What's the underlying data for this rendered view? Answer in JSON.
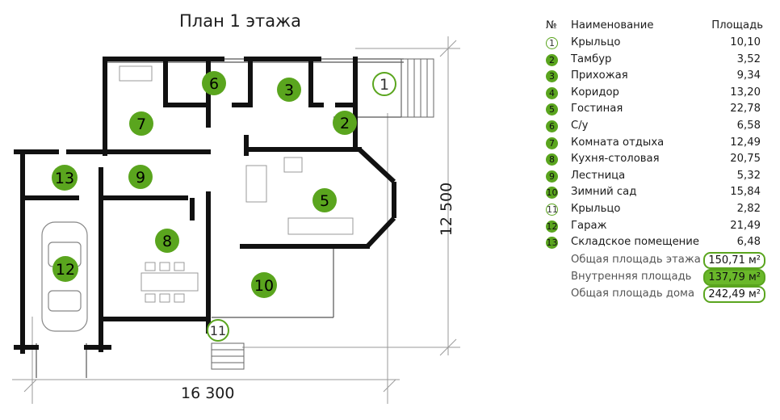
{
  "title": "План 1 этажа",
  "table": {
    "col_num": "№",
    "col_name": "Наименование",
    "col_area": "Площадь",
    "rows": [
      {
        "n": "1",
        "name": "Крыльцо",
        "area": "10,10",
        "style": "outline"
      },
      {
        "n": "2",
        "name": "Тамбур",
        "area": "3,52",
        "style": "filled"
      },
      {
        "n": "3",
        "name": "Прихожая",
        "area": "9,34",
        "style": "filled"
      },
      {
        "n": "4",
        "name": "Коридор",
        "area": "13,20",
        "style": "filled"
      },
      {
        "n": "5",
        "name": "Гостиная",
        "area": "22,78",
        "style": "filled"
      },
      {
        "n": "6",
        "name": "С/у",
        "area": "6,58",
        "style": "filled"
      },
      {
        "n": "7",
        "name": "Комната отдыха",
        "area": "12,49",
        "style": "filled"
      },
      {
        "n": "8",
        "name": "Кухня-столовая",
        "area": "20,75",
        "style": "filled"
      },
      {
        "n": "9",
        "name": "Лестница",
        "area": "5,32",
        "style": "filled"
      },
      {
        "n": "10",
        "name": "Зимний сад",
        "area": "15,84",
        "style": "filled"
      },
      {
        "n": "11",
        "name": "Крыльцо",
        "area": "2,82",
        "style": "outline"
      },
      {
        "n": "12",
        "name": "Гараж",
        "area": "21,49",
        "style": "filled"
      },
      {
        "n": "13",
        "name": "Складское помещение",
        "area": "6,48",
        "style": "filled"
      }
    ],
    "totals": [
      {
        "name": "Общая площадь этажа",
        "value": "150,71 м²",
        "style": "outline"
      },
      {
        "name": "Внутренняя площадь",
        "value": "137,79 м²",
        "style": "filled"
      },
      {
        "name": "Общая площадь дома",
        "value": "242,49 м²",
        "style": "outline"
      }
    ]
  },
  "dimensions": {
    "width_label": "16 300",
    "depth_label": "12 500"
  },
  "colors": {
    "accent": "#5aa51e",
    "wall": "#111111",
    "line": "#9a9a9a"
  },
  "room_badges": [
    "1",
    "2",
    "3",
    "5",
    "6",
    "7",
    "8",
    "9",
    "10",
    "11",
    "12",
    "13"
  ]
}
